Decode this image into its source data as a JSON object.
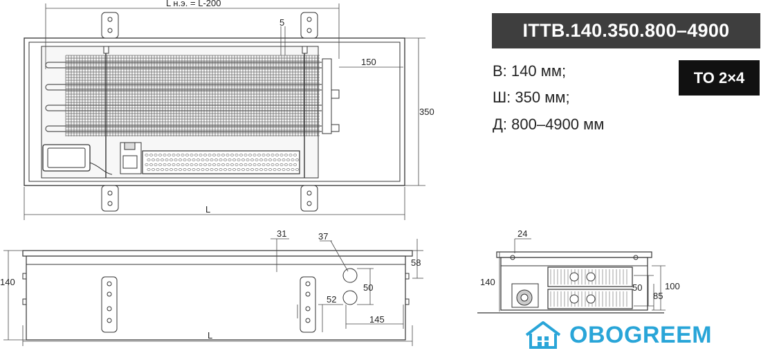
{
  "model": "ITTB.140.350.800–4900",
  "specs": {
    "height": "В: 140 мм;",
    "width": "Ш: 350 мм;",
    "length": "Д: 800–4900 мм"
  },
  "badge": "TO 2×4",
  "brand": "OBOGREEM",
  "dims": {
    "top_ln": "L н.э. = L-200",
    "top_5": "5",
    "top_150": "150",
    "top_350": "350",
    "top_L": "L",
    "side_31": "31",
    "side_37": "37",
    "side_58": "58",
    "side_140": "140",
    "side_50": "50",
    "side_52": "52",
    "side_145": "145",
    "side_L": "L",
    "end_24": "24",
    "end_140": "140",
    "end_50": "50",
    "end_100": "100",
    "end_85": "85"
  },
  "colors": {
    "header_bg": "#3e3e3e",
    "badge_bg": "#111111",
    "brand": "#29a5d8"
  }
}
